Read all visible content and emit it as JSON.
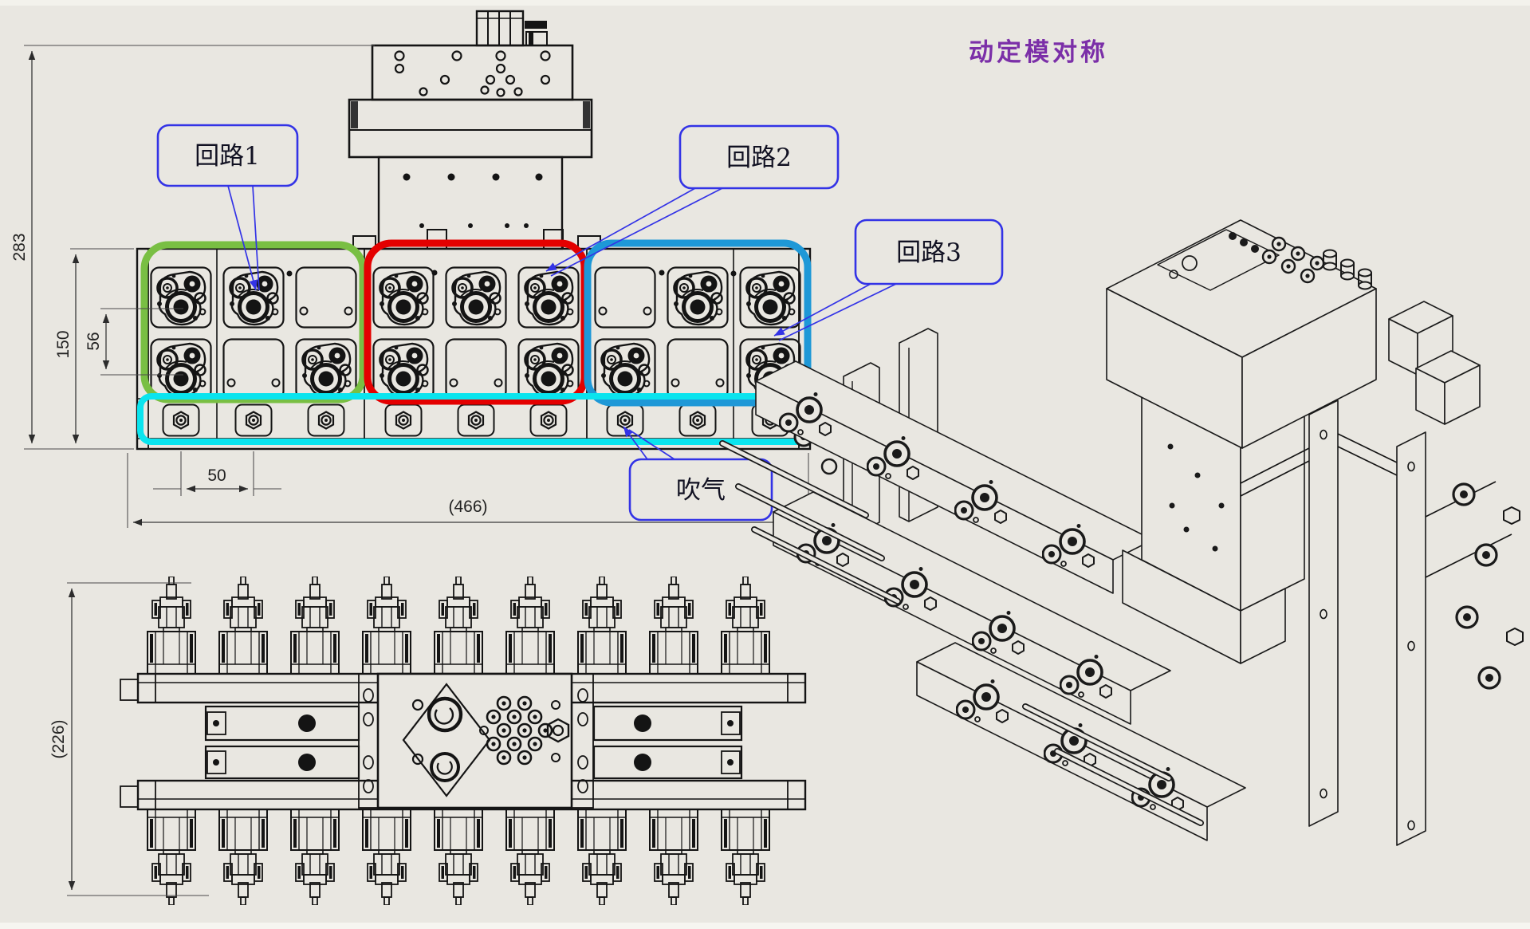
{
  "note": {
    "symmetry_text": "动定模对称"
  },
  "callouts": [
    {
      "id": "circuit-1",
      "label": "回路1"
    },
    {
      "id": "circuit-2",
      "label": "回路2"
    },
    {
      "id": "circuit-3",
      "label": "回路3"
    },
    {
      "id": "blow-air",
      "label": "吹气"
    }
  ],
  "dimensions": {
    "overall_height": "283",
    "block_height": "150",
    "row_pitch": "56",
    "port_pitch": "50",
    "overall_width": "(466)",
    "plan_depth": "(226)"
  },
  "regions": [
    {
      "name": "circuit-1-region",
      "color": "#79bf43"
    },
    {
      "name": "circuit-2-region",
      "color": "#e40000"
    },
    {
      "name": "circuit-3-region",
      "color": "#1e98d7"
    },
    {
      "name": "blow-air-region",
      "color": "#0ae4ee"
    }
  ],
  "colors": {
    "background": "#e9e7e1",
    "line": "#141414",
    "callout_border": "#3333e6",
    "note_purple": "#7b2fa8"
  },
  "views": [
    {
      "name": "front-view"
    },
    {
      "name": "plan-view"
    },
    {
      "name": "isometric-view"
    }
  ]
}
